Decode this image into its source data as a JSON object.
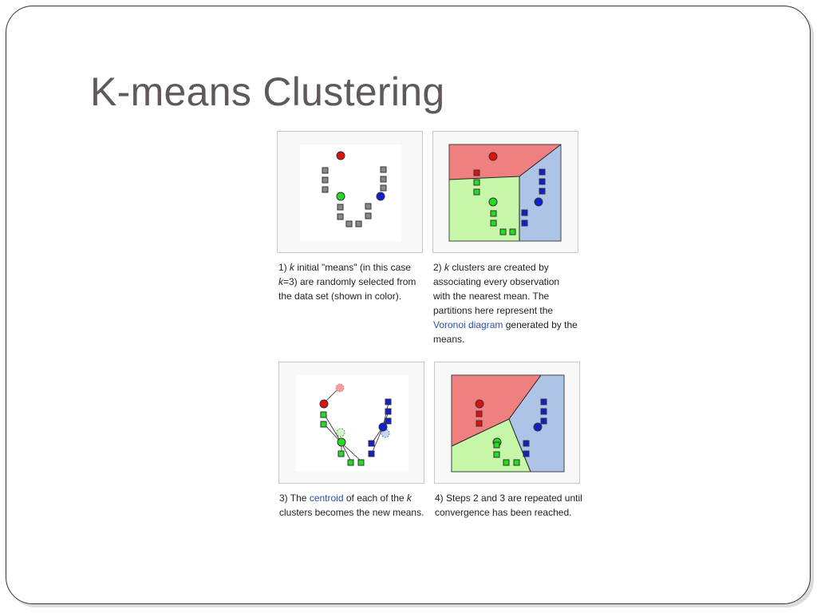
{
  "slide": {
    "title": "K-means Clustering"
  },
  "panels": [
    {
      "caption": {
        "num": "1) ",
        "k": "k",
        "t1": " initial \"means\" (in this case ",
        "k2": "k",
        "t2": "=3) are randomly selected from the data set (shown in color)."
      }
    },
    {
      "caption": {
        "num": "2) ",
        "k": "k",
        "t1": " clusters are created by associating every observation with the nearest mean. The partitions here represent the ",
        "link": "Voronoi diagram",
        "t2": " generated by the means."
      }
    },
    {
      "caption": {
        "num": "3) The ",
        "link": "centroid",
        "t1": " of each of the ",
        "k": "k",
        "t2": " clusters becomes the new means."
      }
    },
    {
      "caption": {
        "num": "4) Steps 2 and 3 are repeated until convergence has been reached."
      }
    }
  ],
  "colors": {
    "red": "#e01010",
    "green": "#22dd22",
    "blue": "#1020cc",
    "gray": "#888888",
    "red_region": "#f08080",
    "green_region": "#c6f7a8",
    "blue_region": "#aec4e6"
  }
}
